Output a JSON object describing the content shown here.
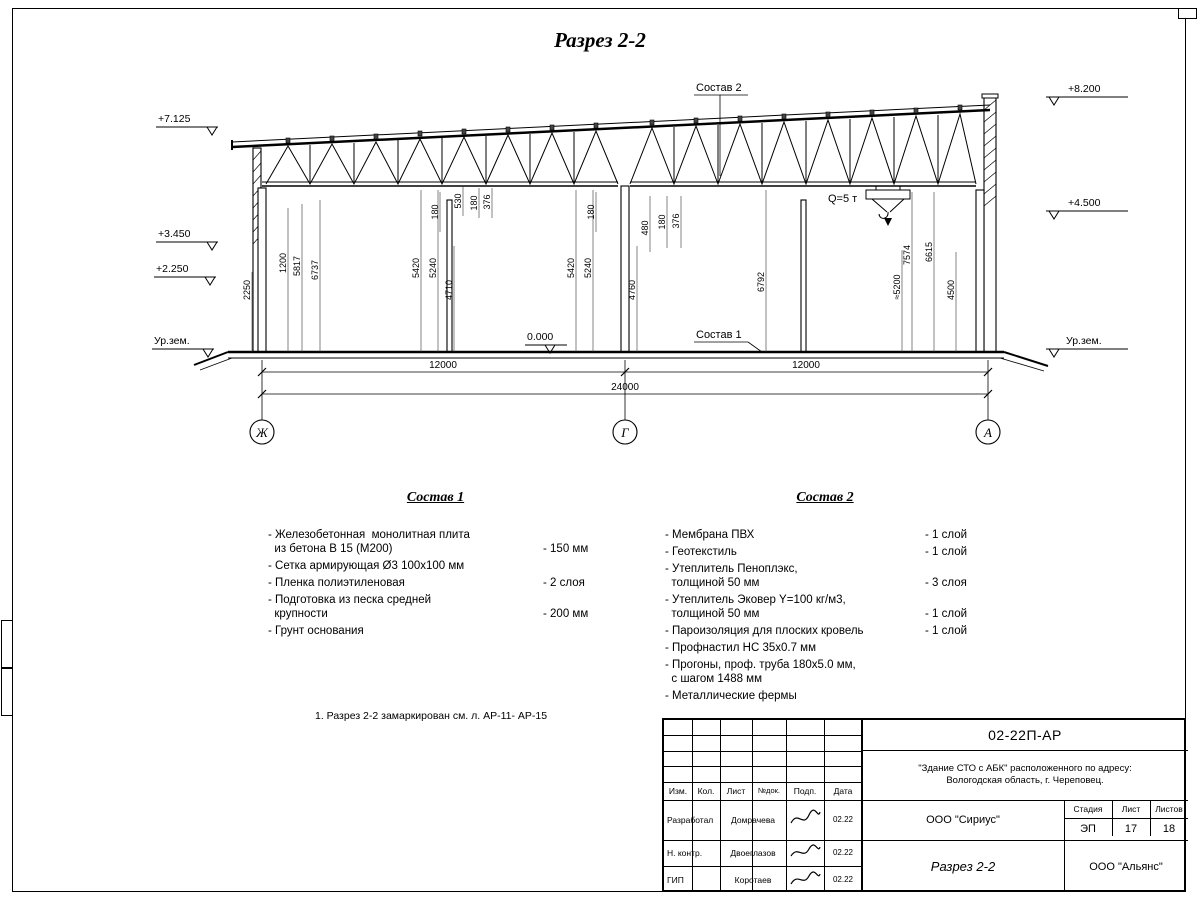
{
  "page_title": "Разрез 2-2",
  "drawing": {
    "sostav2_label": "Состав 2",
    "sostav1_label": "Состав 1",
    "crane_label": "Q=5 т",
    "elev_left_top": "+7.125",
    "elev_left_mid": "+3.450",
    "elev_left_low": "+2.250",
    "elev_ground_left": "Ур.зем.",
    "elev_right_top": "+8.200",
    "elev_right_mid": "+4.500",
    "elev_ground_right": "Ур.зем.",
    "elev_zero": "0.000",
    "axes": [
      "Ж",
      "Г",
      "А"
    ],
    "dims_h": [
      "12000",
      "12000",
      "24000"
    ],
    "dims_v": [
      "2250",
      "1200",
      "5817",
      "6737",
      "5420",
      "5240",
      "4710",
      "180",
      "530",
      "180",
      "376",
      "180",
      "480",
      "180",
      "376",
      "5420",
      "5240",
      "4760",
      "6792",
      "≈5200",
      "7574",
      "6615",
      "4500"
    ]
  },
  "sostav1": {
    "heading": "Состав 1",
    "items": [
      {
        "text": "- Железобетонная  монолитная плита\n  из бетона В 15 (М200)",
        "value": "- 150 мм"
      },
      {
        "text": "- Сетка армирующая Ø3 100x100 мм",
        "value": ""
      },
      {
        "text": "- Пленка полиэтиленовая",
        "value": "- 2 слоя"
      },
      {
        "text": "- Подготовка из песка средней\n  крупности",
        "value": "- 200 мм"
      },
      {
        "text": "- Грунт основания",
        "value": ""
      }
    ]
  },
  "sostav2": {
    "heading": "Состав 2",
    "items": [
      {
        "text": "- Мембрана ПВХ",
        "value": "- 1 слой"
      },
      {
        "text": "- Геотекстиль",
        "value": "- 1 слой"
      },
      {
        "text": "- Утеплитель Пеноплэкс,\n  толщиной 50 мм",
        "value": "- 3 слоя"
      },
      {
        "text": "- Утеплитель Эковер Y=100 кг/м3,\n  толщиной 50 мм",
        "value": "- 1 слой"
      },
      {
        "text": "- Пароизоляция для плоских кровель",
        "value": "- 1 слой"
      },
      {
        "text": "- Профнастил НС 35x0.7 мм",
        "value": ""
      },
      {
        "text": "- Прогоны, проф. труба 180x5.0 мм,\n  с шагом 1488 мм",
        "value": ""
      },
      {
        "text": "- Металлические фермы",
        "value": ""
      }
    ]
  },
  "note": "1. Разрез 2-2 замаркирован см. л. АР-11- АР-15",
  "titleblock": {
    "doc_code": "02-22П-АР",
    "project": "\"Здание СТО с АБК\" расположенного по адресу:\nВологодская область, г. Череповец.",
    "col_izm": "Изм.",
    "col_kol": "Кол.",
    "col_list": "Лист",
    "col_ndok": "№док.",
    "col_podp": "Подп.",
    "col_data": "Дата",
    "row1_role": "Разработал",
    "row1_name": "Домрачева",
    "row1_date": "02.22",
    "row2_role": "Н. контр.",
    "row2_name": "Двоеглазов",
    "row2_date": "02.22",
    "row3_role": "ГИП",
    "row3_name": "Коротаев",
    "row3_date": "02.22",
    "org_mid": "ООО \"Сириус\"",
    "stage_label": "Стадия",
    "sheet_label": "Лист",
    "sheets_label": "Листов",
    "stage_value": "ЭП",
    "sheet_value": "17",
    "sheets_value": "18",
    "drawing_name": "Разрез 2-2",
    "org_bottom": "ООО \"Альянс\""
  }
}
